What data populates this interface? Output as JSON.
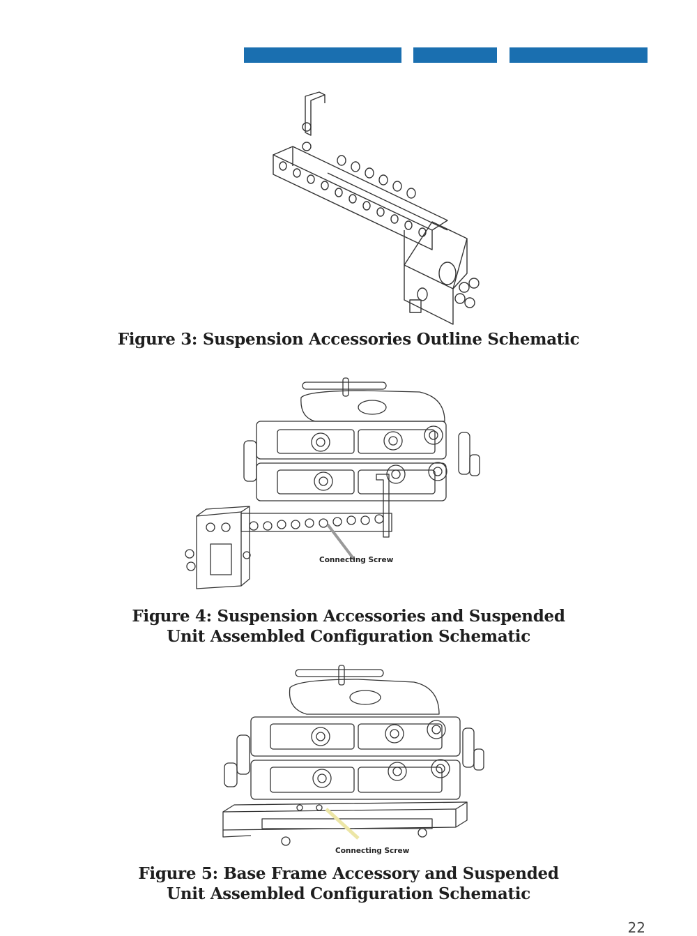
{
  "header": {
    "bar_color": "#1a6fb0"
  },
  "figures": [
    {
      "caption_line1": "Figure 3: Suspension Accessories Outline Schematic",
      "caption_line2": ""
    },
    {
      "caption_line1": "Figure 4: Suspension Accessories and Suspended",
      "caption_line2": "Unit Assembled Configuration Schematic",
      "callout": "Connecting Screw"
    },
    {
      "caption_line1": "Figure 5: Base Frame Accessory and Suspended",
      "caption_line2": "Unit Assembled Configuration Schematic",
      "callout": "Connecting Screw"
    }
  ],
  "page_number": "22"
}
